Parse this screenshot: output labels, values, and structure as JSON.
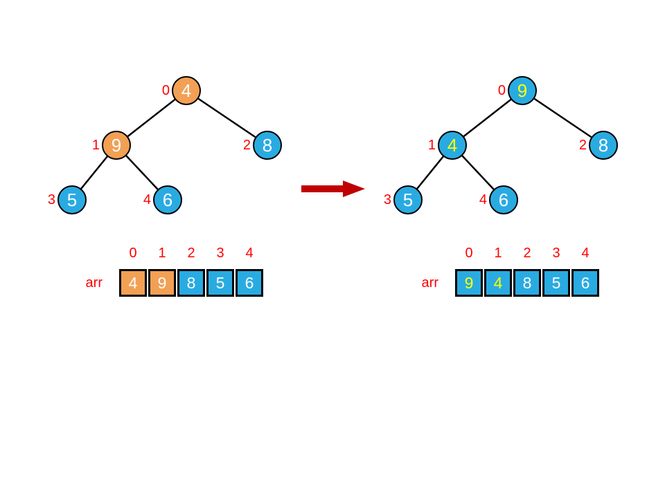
{
  "colors": {
    "node_orange": "#F2A054",
    "node_blue": "#29ABE2",
    "index_label_red": "#FF0000",
    "arrow_dark_red": "#C00000",
    "node_text_white": "#FFFFFF",
    "node_text_yellow": "#FFFF00",
    "edge_black": "#000000"
  },
  "left_panel": {
    "tree": {
      "nodes": [
        {
          "index": "0",
          "value": "4",
          "fill": "#F2A054",
          "text_color": "#FFFFFF"
        },
        {
          "index": "1",
          "value": "9",
          "fill": "#F2A054",
          "text_color": "#FFFFFF"
        },
        {
          "index": "2",
          "value": "8",
          "fill": "#29ABE2",
          "text_color": "#FFFFFF"
        },
        {
          "index": "3",
          "value": "5",
          "fill": "#29ABE2",
          "text_color": "#FFFFFF"
        },
        {
          "index": "4",
          "value": "6",
          "fill": "#29ABE2",
          "text_color": "#FFFFFF"
        }
      ]
    },
    "array": {
      "label": "arr",
      "indices": [
        "0",
        "1",
        "2",
        "3",
        "4"
      ],
      "cells": [
        {
          "value": "4",
          "fill": "#F2A054",
          "text_color": "#FFFFFF"
        },
        {
          "value": "9",
          "fill": "#F2A054",
          "text_color": "#FFFFFF"
        },
        {
          "value": "8",
          "fill": "#29ABE2",
          "text_color": "#FFFFFF"
        },
        {
          "value": "5",
          "fill": "#29ABE2",
          "text_color": "#FFFFFF"
        },
        {
          "value": "6",
          "fill": "#29ABE2",
          "text_color": "#FFFFFF"
        }
      ]
    }
  },
  "right_panel": {
    "tree": {
      "nodes": [
        {
          "index": "0",
          "value": "9",
          "fill": "#29ABE2",
          "text_color": "#FFFF00"
        },
        {
          "index": "1",
          "value": "4",
          "fill": "#29ABE2",
          "text_color": "#FFFF00"
        },
        {
          "index": "2",
          "value": "8",
          "fill": "#29ABE2",
          "text_color": "#FFFFFF"
        },
        {
          "index": "3",
          "value": "5",
          "fill": "#29ABE2",
          "text_color": "#FFFFFF"
        },
        {
          "index": "4",
          "value": "6",
          "fill": "#29ABE2",
          "text_color": "#FFFFFF"
        }
      ]
    },
    "array": {
      "label": "arr",
      "indices": [
        "0",
        "1",
        "2",
        "3",
        "4"
      ],
      "cells": [
        {
          "value": "9",
          "fill": "#29ABE2",
          "text_color": "#FFFF00"
        },
        {
          "value": "4",
          "fill": "#29ABE2",
          "text_color": "#FFFF00"
        },
        {
          "value": "8",
          "fill": "#29ABE2",
          "text_color": "#FFFFFF"
        },
        {
          "value": "5",
          "fill": "#29ABE2",
          "text_color": "#FFFFFF"
        },
        {
          "value": "6",
          "fill": "#29ABE2",
          "text_color": "#FFFFFF"
        }
      ]
    }
  },
  "arrow": {
    "direction": "right",
    "color": "#C00000"
  }
}
